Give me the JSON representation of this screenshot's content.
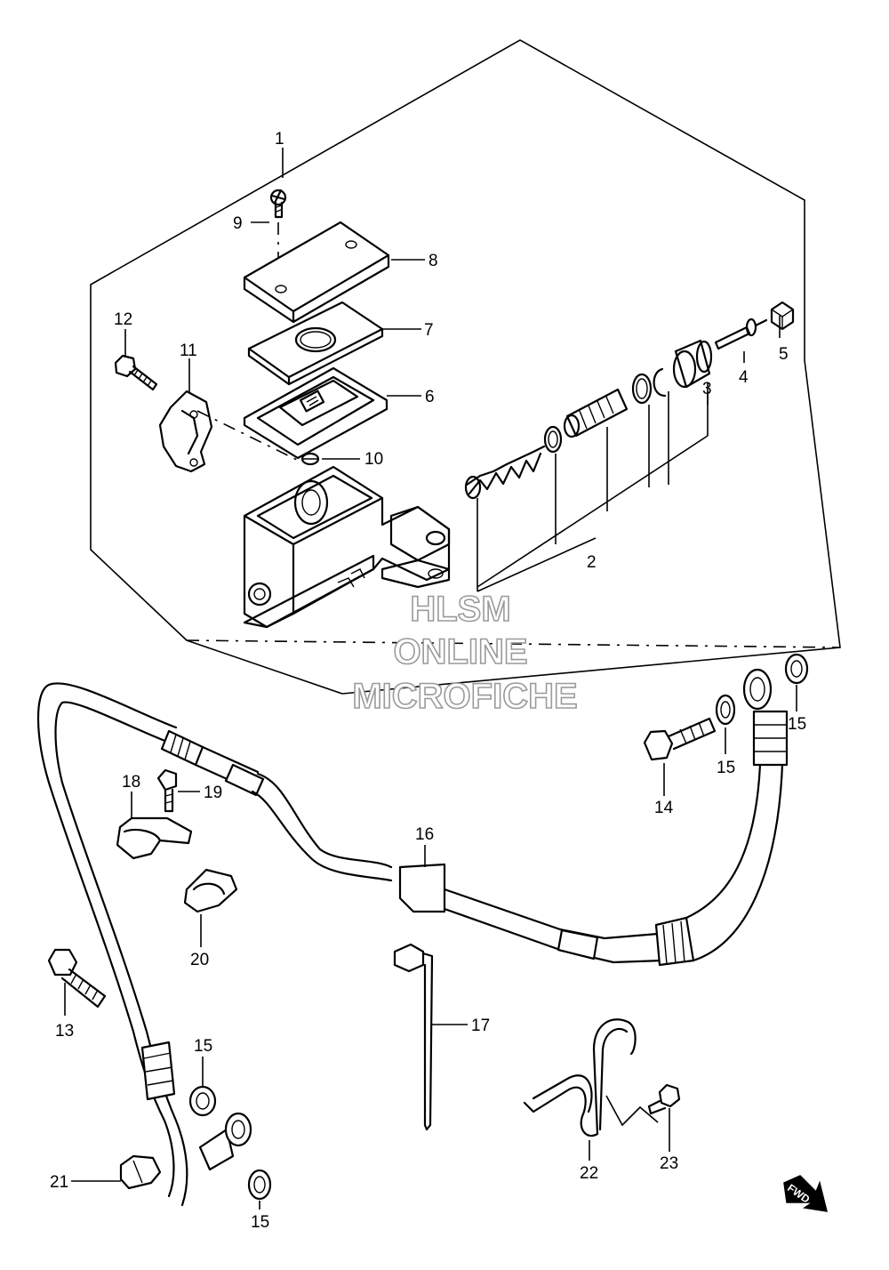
{
  "callouts": {
    "c1": "1",
    "c2": "2",
    "c3": "3",
    "c4": "4",
    "c5": "5",
    "c6": "6",
    "c7": "7",
    "c8": "8",
    "c9": "9",
    "c10": "10",
    "c11": "11",
    "c12": "12",
    "c13": "13",
    "c14": "14",
    "c15a": "15",
    "c15b": "15",
    "c15c": "15",
    "c15d": "15",
    "c16": "16",
    "c17": "17",
    "c18": "18",
    "c19": "19",
    "c20": "20",
    "c21": "21",
    "c22": "22",
    "c23": "23"
  },
  "watermark": {
    "line1": "HLSM",
    "line2": "ONLINE",
    "line3": "MICROFICHE"
  },
  "fwd_label": "FWD"
}
